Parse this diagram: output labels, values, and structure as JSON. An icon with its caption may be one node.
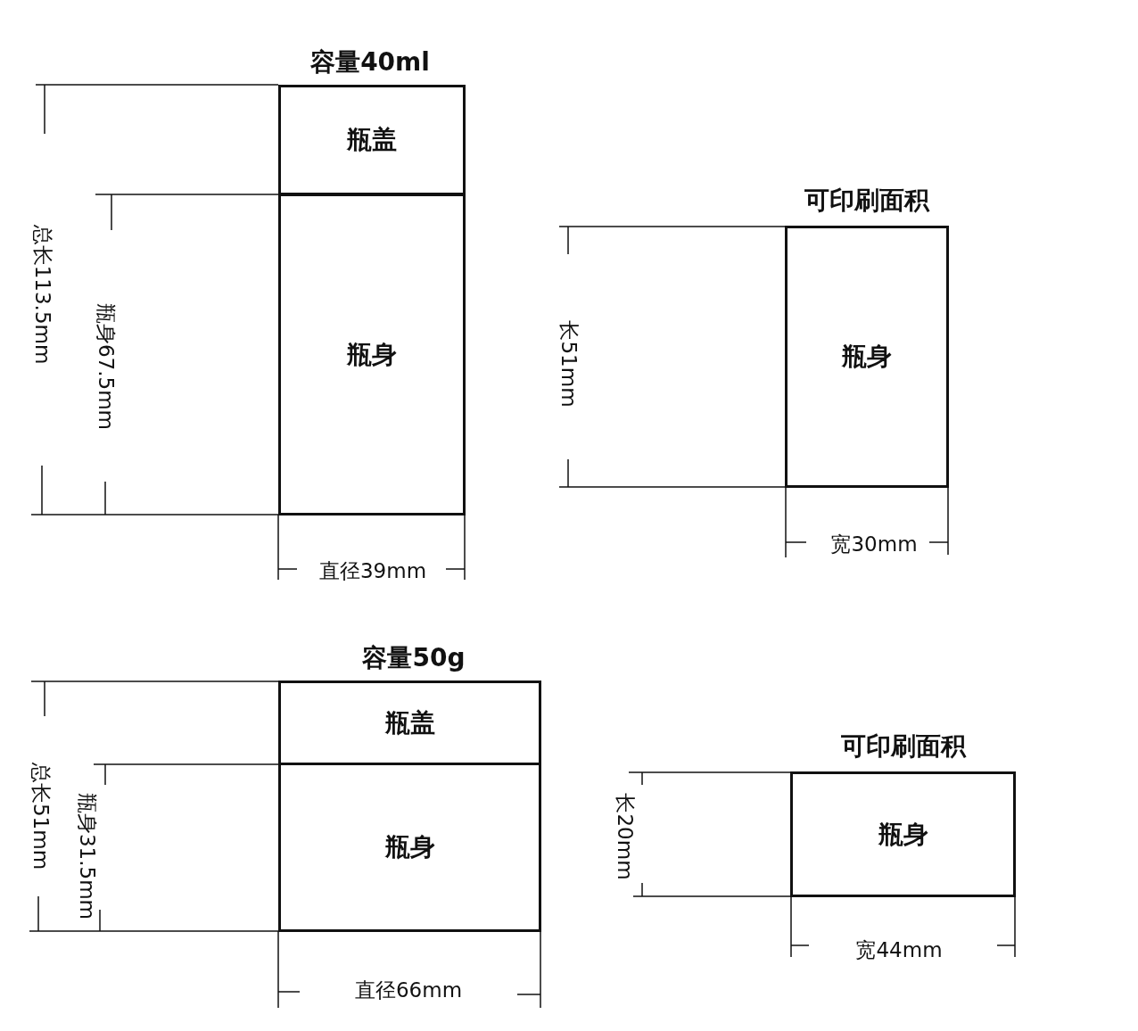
{
  "diagram": {
    "nodes": [
      {
        "text": [
          "瓶盖"
        ]
      },
      {
        "text": [
          "瓶身"
        ]
      },
      {
        "text": [
          "可印刷面积",
          "瓶身"
        ]
      },
      {
        "text": [
          "瓶盖"
        ]
      },
      {
        "text": [
          "瓶身"
        ]
      },
      {
        "text": [
          "可印刷面积",
          "瓶身"
        ]
      }
    ],
    "labels": [
      "容量40ml",
      "总长113.5mm",
      "瓶身67.5mm",
      "直径39mm",
      "长51mm",
      "宽30mm",
      "容量50g",
      "总长51mm",
      "瓶身31.5mm",
      "直径66mm",
      "长20mm",
      "宽44mm"
    ]
  }
}
